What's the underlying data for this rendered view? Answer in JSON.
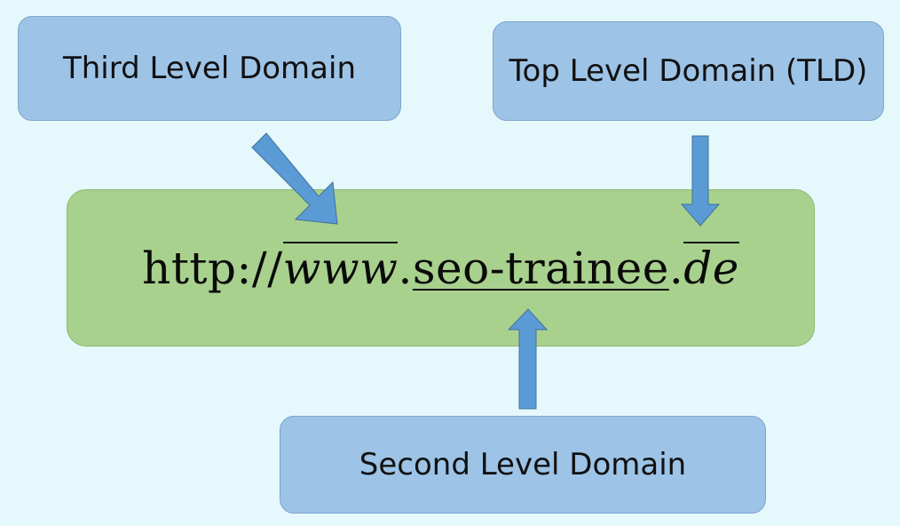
{
  "labels": {
    "third_level": "Third Level Domain",
    "top_level": "Top Level Domain (TLD)",
    "second_level": "Second Level Domain"
  },
  "url": {
    "prefix": "http://",
    "third_level": "www",
    "dot1": ".",
    "second_level": "seo-trainee",
    "dot2": ".",
    "top_level": "de"
  },
  "colors": {
    "background": "#e5f8fb",
    "label_box": "#9dc3e6",
    "url_box": "#a8d18d",
    "arrow": "#5b9bd5"
  }
}
